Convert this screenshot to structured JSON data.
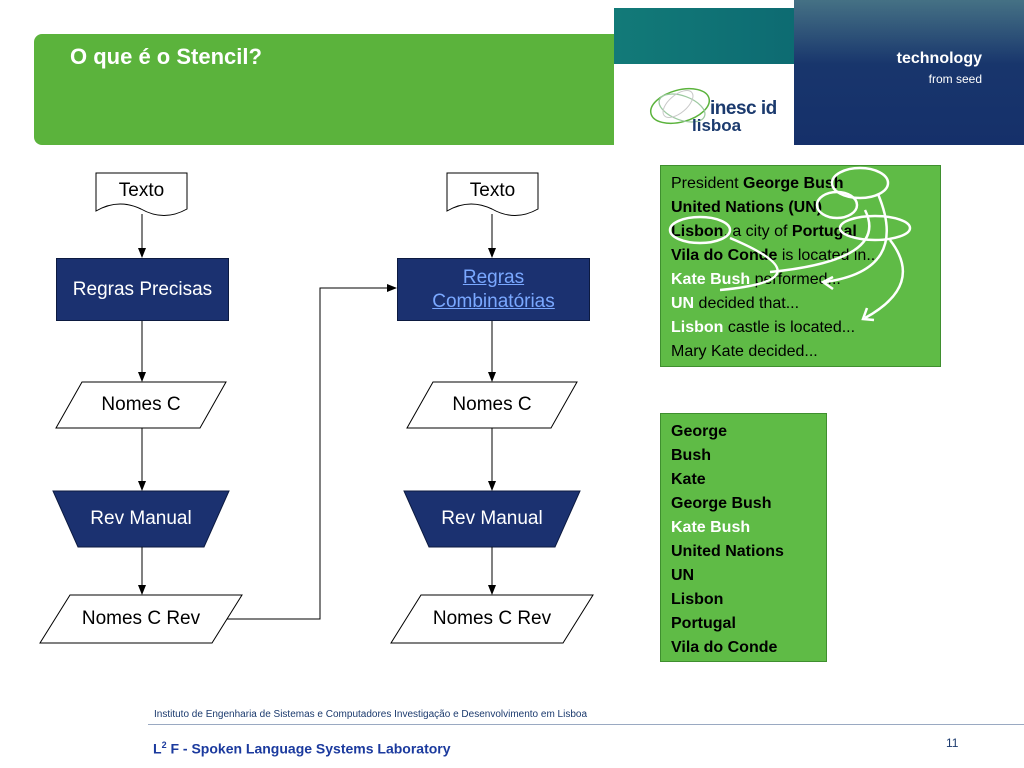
{
  "header": {
    "title": "O que é o Stencil?",
    "tagline_main": "technology",
    "tagline_sub": "from seed",
    "logo_line1": "inesc id",
    "logo_line2": "lisboa"
  },
  "flow_left": {
    "input": "Texto",
    "rules": "Regras Precisas",
    "names": "Nomes C",
    "review": "Rev Manual",
    "reviewed": "Nomes C Rev"
  },
  "flow_right": {
    "input": "Texto",
    "rules_line1": "Regras",
    "rules_line2": "Combinatórias",
    "names": "Nomes C",
    "review": "Rev Manual",
    "reviewed": "Nomes C Rev"
  },
  "examples_box": {
    "lines": [
      [
        "President ",
        "George Bush"
      ],
      [
        "United Nations",
        " (UN)"
      ],
      [
        "Lisbon",
        ", a city of ",
        "Portugal"
      ],
      [
        "Vila do Conde",
        " is located in..."
      ],
      [
        "Kate Bush",
        " performed..."
      ],
      [
        "UN",
        " decided that..."
      ],
      [
        "Lisbon",
        " castle is located..."
      ],
      [
        "Mary Kate decided..."
      ]
    ]
  },
  "names_list": {
    "items": [
      "George",
      "Bush",
      "Kate",
      "George Bush",
      "Kate Bush",
      "United Nations",
      "UN",
      "Lisbon",
      "Portugal",
      "Vila do Conde"
    ]
  },
  "footer": {
    "institute": "Instituto de Engenharia de Sistemas e Computadores Investigação e Desenvolvimento em Lisboa",
    "lab_prefix": "L",
    "lab_sup": "2",
    "lab_rest": " F - Spoken Language Systems Laboratory",
    "page": "11"
  },
  "colors": {
    "banner_green": "#5bb33c",
    "navy": "#1b3170",
    "box_green": "#5fbb46",
    "teal": "#127a78"
  }
}
